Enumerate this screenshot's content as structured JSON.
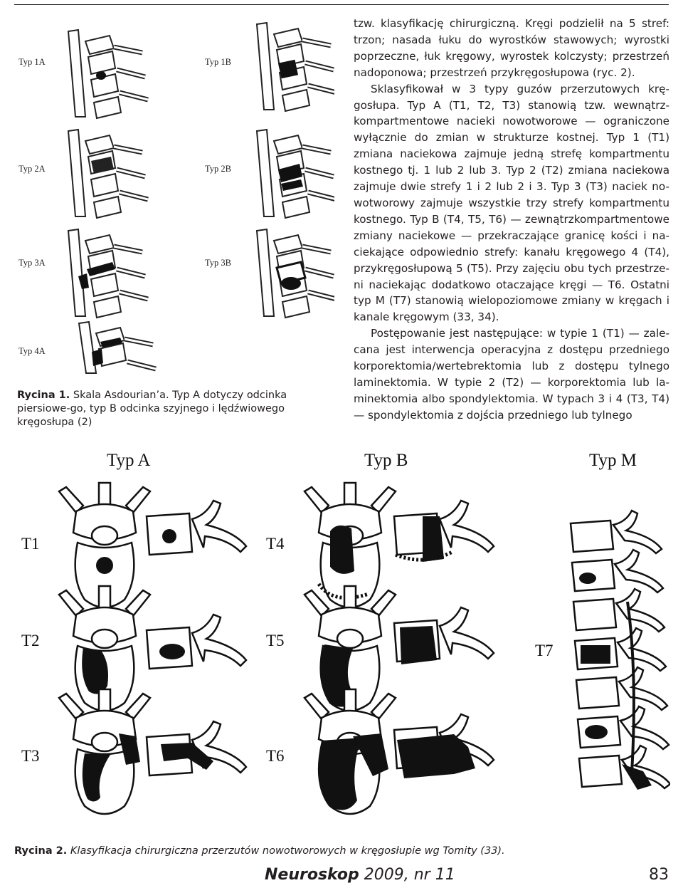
{
  "figure1": {
    "labels": [
      "Typ 1A",
      "Typ 1B",
      "Typ 2A",
      "Typ 2B",
      "Typ 3A",
      "Typ 3B",
      "Typ 4A"
    ],
    "caption_label": "Rycina 1.",
    "caption_text": " Skala Asdourian’a. Typ A dotyczy odcinka piersiowe-go, typ B odcinka szyjnego i lędźwiowego kręgosłupa (2)"
  },
  "body_column": {
    "lines": [
      "tzw. klasyfikację chirurgiczną. Kręgi podzielił na 5 stref:",
      "trzon; nasada łuku do wyrostków stawowych; wyrostki",
      "poprzeczne, łuk kręgowy, wyrostek kolczysty; przestrzeń",
      "nadoponowa; przestrzeń przykręgosłupowa (ryc. 2).",
      "Sklasyfikował w 3 typy guzów przerzutowych krę-",
      "gosłupa. Typ A (T1, T2, T3) stanowią tzw. wewnątrz-",
      "kompartmentowe nacieki nowotworowe — ograniczone",
      "wyłącznie do zmian w strukturze kostnej. Typ 1 (T1)",
      "zmiana naciekowa zajmuje jedną strefę kompartmentu",
      "kostnego tj. 1 lub 2 lub 3. Typ 2 (T2) zmiana naciekowa",
      "zajmuje dwie strefy 1 i 2 lub 2 i 3. Typ 3 (T3) naciek no-",
      "wotworowy zajmuje wszystkie trzy strefy kompartmentu",
      "kostnego. Typ B (T4, T5, T6) — zewnątrzkompartmentowe",
      "zmiany naciekowe — przekraczające granicę kości i na-",
      "ciekające odpowiednio strefy: kanału kręgowego 4 (T4),",
      "przykręgosłupową 5 (T5). Przy zajęciu obu tych przestrze-",
      "ni naciekając dodatkowo otaczające kręgi — T6. Ostatni",
      "typ M (T7) stanowią wielopoziomowe zmiany w kręgach",
      "i kanale kręgowym (33, 34).",
      "Postępowanie jest następujące: w typie 1 (T1) — zale-",
      "cana jest interwencja operacyjna z dostępu przedniego",
      "korporektomia/wertebrektomia lub z dostępu tylnego",
      "laminektomia. W typie 2 (T2) — korporektomia lub la-",
      "minektomia albo spondylektomia. W typach 3 i 4 (T3,",
      "T4) — spondylektomia z dojścia przedniego lub tylnego"
    ]
  },
  "figure2": {
    "headers": [
      "Typ A",
      "Typ B",
      "Typ M"
    ],
    "labels": [
      "T1",
      "T2",
      "T3",
      "T4",
      "T5",
      "T6",
      "T7"
    ],
    "caption_label": "Rycina 2.",
    "caption_text": " Klasyfikacja chirurgiczna przerzutów nowotworowych w kręgosłupie wg Tomity (33)."
  },
  "footer": {
    "journal_name": "Neuroskop",
    "journal_issue": " 2009, nr 11",
    "page_number": "83"
  }
}
